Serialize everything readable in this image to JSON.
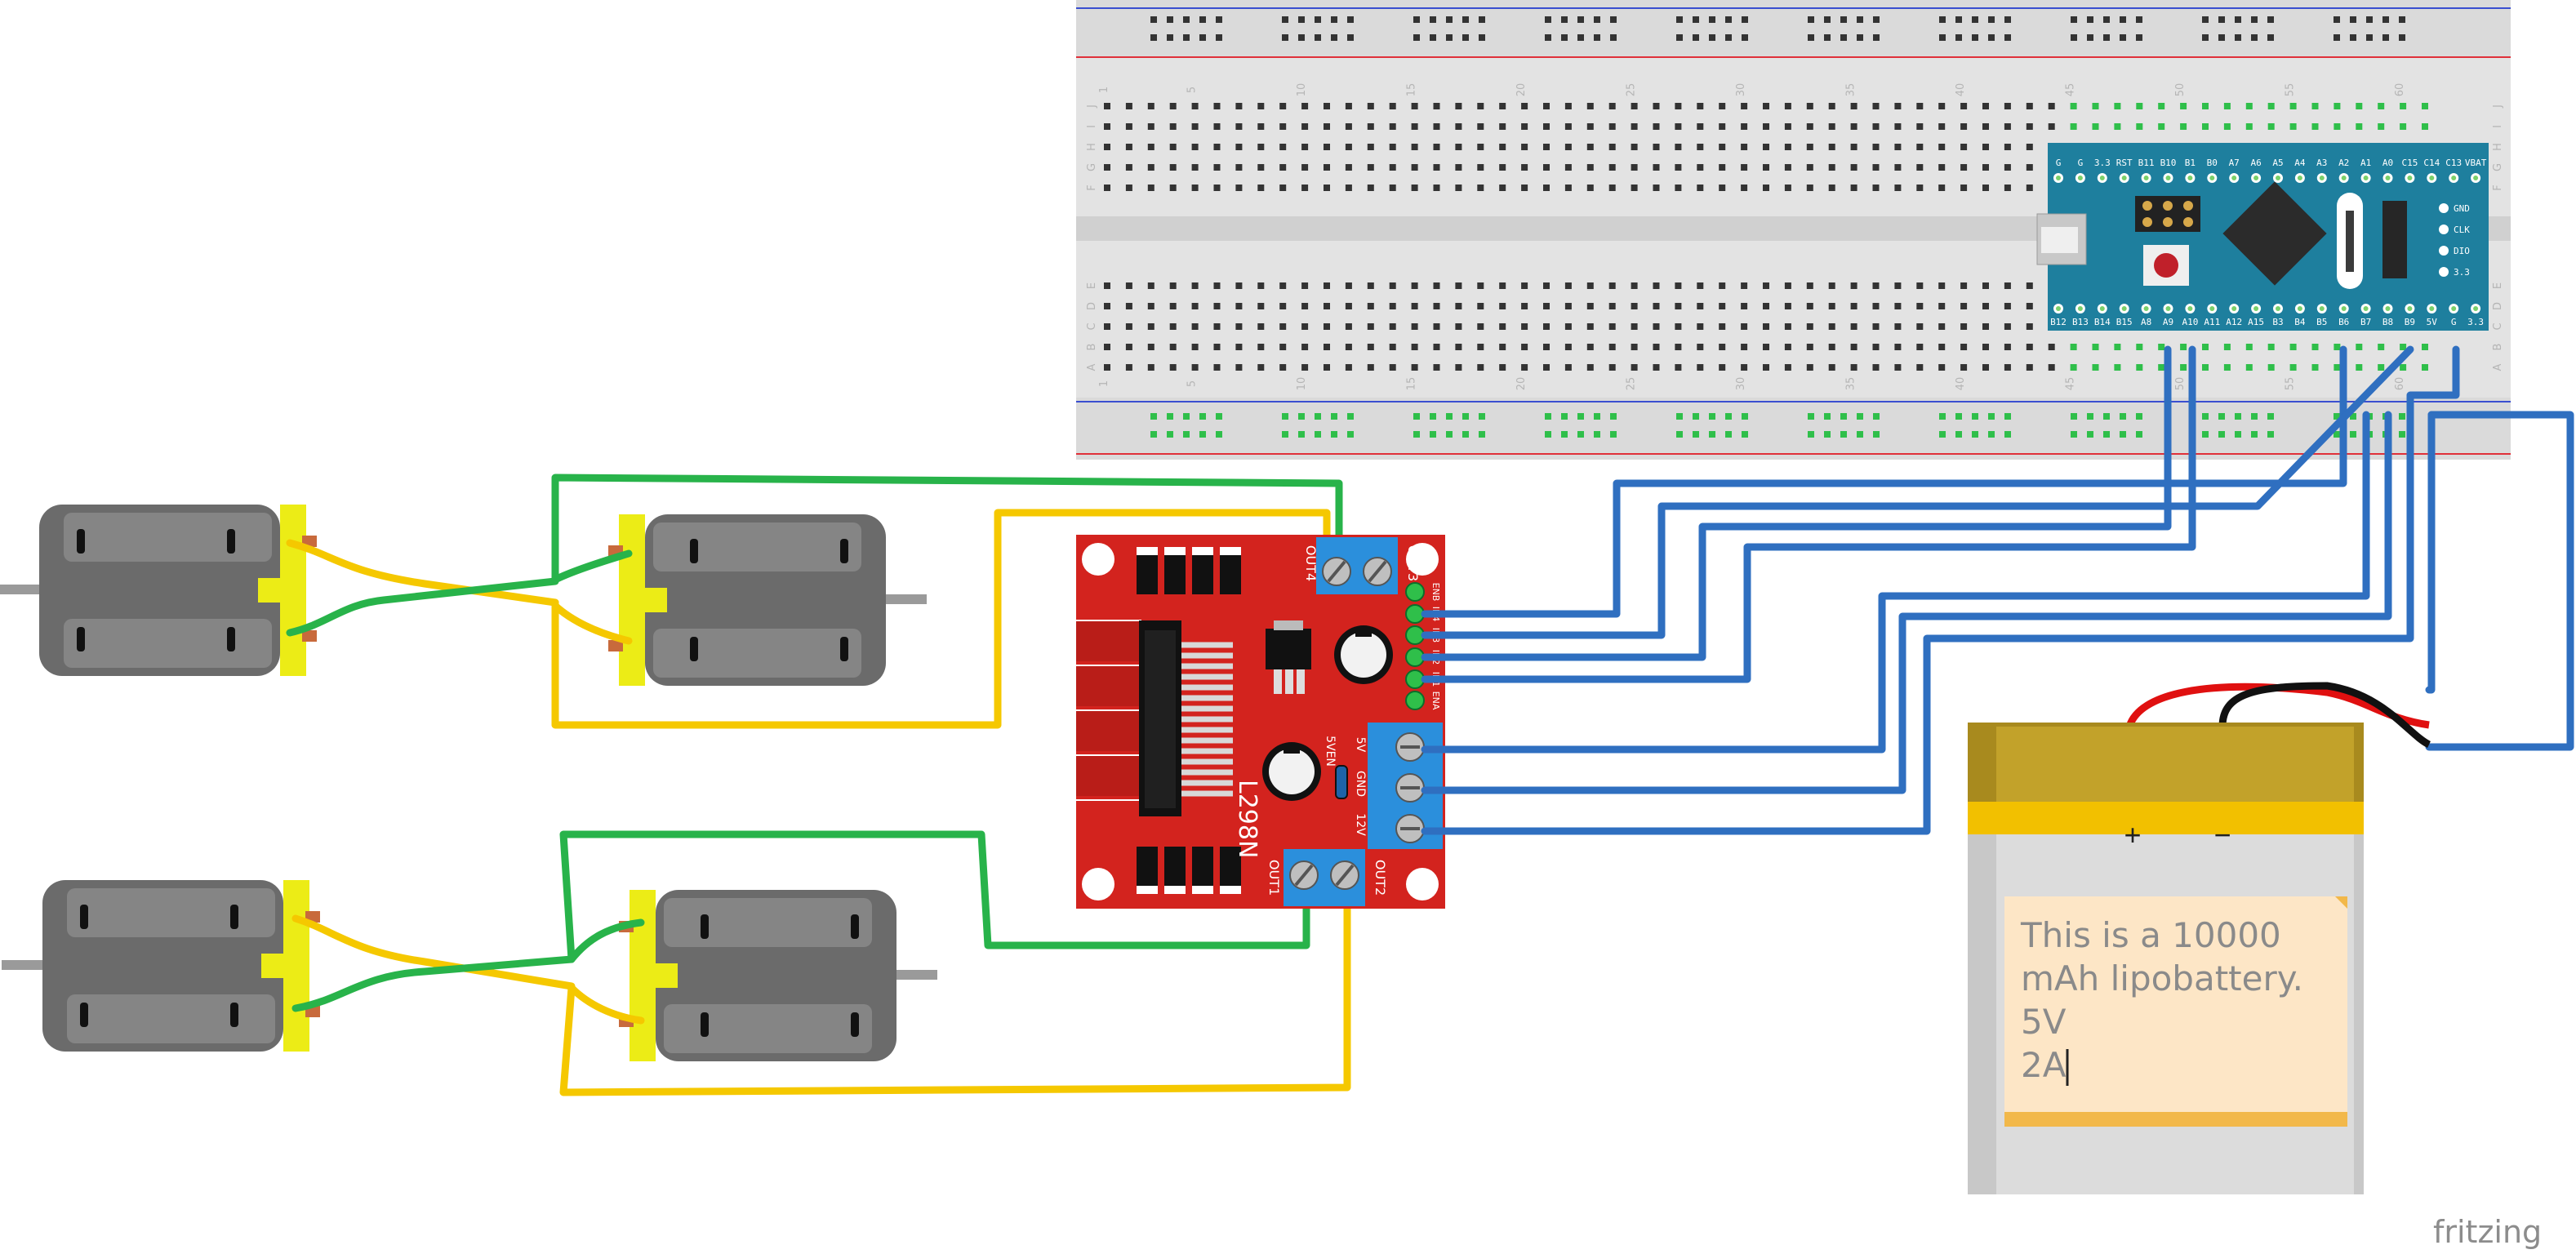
{
  "app": {
    "watermark": "fritzing"
  },
  "battery": {
    "note_lines": [
      "This is a 10000",
      "mAh lipobattery.",
      "5V",
      "2A"
    ],
    "plus_label": "+",
    "minus_label": "−"
  },
  "driver": {
    "chip_label": "L298N",
    "terminal_labels": [
      "OUT4",
      "OUT3",
      "OUT1",
      "OUT2"
    ],
    "power_labels": [
      "12V",
      "GND",
      "5V"
    ],
    "jumper_label": "5VEN",
    "pin_labels": [
      "ENB",
      "IN4",
      "IN3",
      "IN2",
      "IN1",
      "ENA"
    ]
  },
  "mcu": {
    "top_pins": [
      "G",
      "G",
      "3.3",
      "RST",
      "B11",
      "B10",
      "B1",
      "B0",
      "A7",
      "A6",
      "A5",
      "A4",
      "A3",
      "A2",
      "A1",
      "A0",
      "C15",
      "C14",
      "C13",
      "VBAT"
    ],
    "bottom_pins": [
      "B12",
      "B13",
      "B14",
      "B15",
      "A8",
      "A9",
      "A10",
      "A11",
      "A12",
      "A15",
      "B3",
      "B4",
      "B5",
      "B6",
      "B7",
      "B8",
      "B9",
      "5V",
      "G",
      "3.3"
    ],
    "side_pins": [
      "GND",
      "CLK",
      "DIO",
      "3.3"
    ]
  },
  "breadboard": {
    "column_numbers": [
      "1",
      "5",
      "10",
      "15",
      "20",
      "25",
      "30",
      "35",
      "40",
      "45",
      "50",
      "55",
      "60"
    ],
    "row_letters_top": [
      "J",
      "I",
      "H",
      "G",
      "F"
    ],
    "row_letters_bottom": [
      "E",
      "D",
      "C",
      "B",
      "A"
    ]
  },
  "colors": {
    "wire_blue": "#2f6fc0",
    "wire_green": "#28b34a",
    "wire_yellow": "#f5c800",
    "wire_red": "#e01010",
    "wire_black": "#111111",
    "driver_red": "#d3231e",
    "mcu_teal": "#1e7f9e",
    "breadboard": "#e3e3e3",
    "note_bg": "#fde6c6"
  }
}
